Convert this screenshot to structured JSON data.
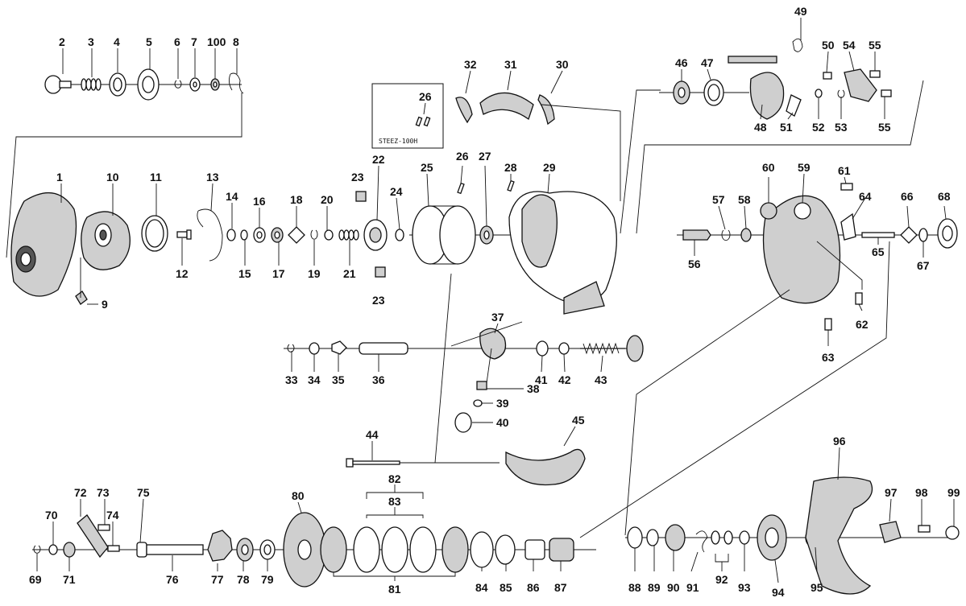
{
  "inset_caption": "STEEZ-100H",
  "labels": {
    "l1": "1",
    "l2": "2",
    "l3": "3",
    "l4": "4",
    "l5": "5",
    "l6": "6",
    "l7": "7",
    "l8": "8",
    "l9": "9",
    "l10": "10",
    "l11": "11",
    "l12": "12",
    "l13": "13",
    "l14": "14",
    "l15": "15",
    "l16": "16",
    "l17": "17",
    "l18": "18",
    "l19": "19",
    "l20": "20",
    "l21": "21",
    "l22": "22",
    "l23a": "23",
    "l23b": "23",
    "l24": "24",
    "l25": "25",
    "l26a": "26",
    "l26b": "26",
    "l27": "27",
    "l28": "28",
    "l29": "29",
    "l30": "30",
    "l31": "31",
    "l32": "32",
    "l33": "33",
    "l34": "34",
    "l35": "35",
    "l36": "36",
    "l37": "37",
    "l38": "38",
    "l39": "39",
    "l40": "40",
    "l41": "41",
    "l42": "42",
    "l43": "43",
    "l44": "44",
    "l45": "45",
    "l46": "46",
    "l47": "47",
    "l48": "48",
    "l49": "49",
    "l50": "50",
    "l51": "51",
    "l52": "52",
    "l53": "53",
    "l54": "54",
    "l55a": "55",
    "l55b": "55",
    "l56": "56",
    "l57": "57",
    "l58": "58",
    "l59": "59",
    "l60": "60",
    "l61": "61",
    "l62": "62",
    "l63": "63",
    "l64": "64",
    "l65": "65",
    "l66": "66",
    "l67": "67",
    "l68": "68",
    "l69": "69",
    "l70": "70",
    "l71": "71",
    "l72": "72",
    "l73": "73",
    "l74": "74",
    "l75": "75",
    "l76": "76",
    "l77": "77",
    "l78": "78",
    "l79": "79",
    "l80": "80",
    "l81": "81",
    "l82": "82",
    "l83": "83",
    "l84": "84",
    "l85": "85",
    "l86": "86",
    "l87": "87",
    "l88": "88",
    "l89": "89",
    "l90": "90",
    "l91": "91",
    "l92": "92",
    "l93": "93",
    "l94": "94",
    "l95": "95",
    "l96": "96",
    "l97": "97",
    "l98": "98",
    "l99": "99",
    "l100": "100"
  }
}
